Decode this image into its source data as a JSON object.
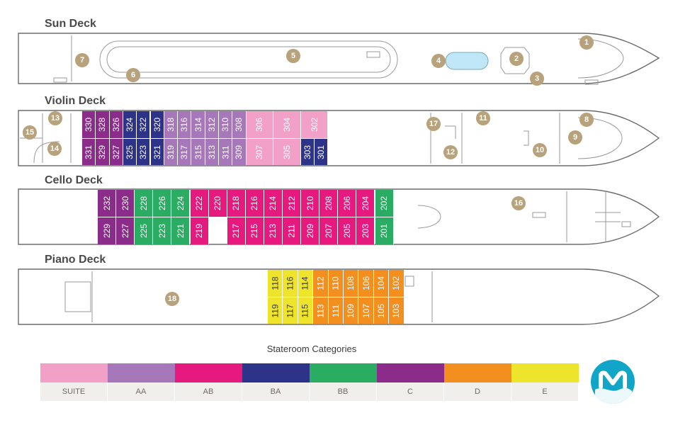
{
  "decks": {
    "sun": {
      "title": "Sun Deck"
    },
    "violin": {
      "title": "Violin Deck"
    },
    "cello": {
      "title": "Cello Deck"
    },
    "piano": {
      "title": "Piano Deck"
    }
  },
  "categories": [
    {
      "code": "SUITE",
      "color": "#f3a0c8"
    },
    {
      "code": "AA",
      "color": "#a678b9"
    },
    {
      "code": "AB",
      "color": "#e6197f"
    },
    {
      "code": "BA",
      "color": "#2e338a"
    },
    {
      "code": "BB",
      "color": "#2aac62"
    },
    {
      "code": "C",
      "color": "#8b2c8b"
    },
    {
      "code": "D",
      "color": "#f28f1f"
    },
    {
      "code": "E",
      "color": "#ede42b"
    }
  ],
  "legend": {
    "title": "Stateroom Categories"
  },
  "violin_cabins": {
    "top": [
      {
        "n": "330",
        "c": "C"
      },
      {
        "n": "328",
        "c": "C"
      },
      {
        "n": "326",
        "c": "C"
      },
      {
        "n": "324",
        "c": "BA"
      },
      {
        "n": "322",
        "c": "BA"
      },
      {
        "n": "320",
        "c": "BA"
      },
      {
        "n": "318",
        "c": "AA"
      },
      {
        "n": "316",
        "c": "AA"
      },
      {
        "n": "314",
        "c": "AA"
      },
      {
        "n": "312",
        "c": "AA"
      },
      {
        "n": "310",
        "c": "AA"
      },
      {
        "n": "308",
        "c": "AA"
      },
      {
        "n": "306",
        "c": "SUITE",
        "w": 2
      },
      {
        "n": "304",
        "c": "SUITE",
        "w": 2
      },
      {
        "n": "302",
        "c": "SUITE",
        "w": 2
      }
    ],
    "bottom": [
      {
        "n": "331",
        "c": "C"
      },
      {
        "n": "329",
        "c": "C"
      },
      {
        "n": "327",
        "c": "C"
      },
      {
        "n": "325",
        "c": "BA"
      },
      {
        "n": "323",
        "c": "BA"
      },
      {
        "n": "321",
        "c": "BA"
      },
      {
        "n": "319",
        "c": "AA"
      },
      {
        "n": "317",
        "c": "AA"
      },
      {
        "n": "315",
        "c": "AA"
      },
      {
        "n": "313",
        "c": "AA"
      },
      {
        "n": "311",
        "c": "AA"
      },
      {
        "n": "309",
        "c": "AA"
      },
      {
        "n": "307",
        "c": "SUITE",
        "w": 2
      },
      {
        "n": "305",
        "c": "SUITE",
        "w": 2
      },
      {
        "n": "303",
        "c": "BA"
      },
      {
        "n": "301",
        "c": "BA"
      }
    ]
  },
  "cello_cabins": {
    "top": [
      {
        "n": "232",
        "c": "C"
      },
      {
        "n": "230",
        "c": "C"
      },
      {
        "n": "228",
        "c": "BB"
      },
      {
        "n": "226",
        "c": "BB"
      },
      {
        "n": "224",
        "c": "BB"
      },
      {
        "n": "222",
        "c": "AB"
      },
      {
        "n": "220",
        "c": "AB"
      },
      {
        "n": "218",
        "c": "AB"
      },
      {
        "n": "216",
        "c": "AB"
      },
      {
        "n": "214",
        "c": "AB"
      },
      {
        "n": "212",
        "c": "AB"
      },
      {
        "n": "210",
        "c": "AB"
      },
      {
        "n": "208",
        "c": "AB"
      },
      {
        "n": "206",
        "c": "AB"
      },
      {
        "n": "204",
        "c": "AB"
      },
      {
        "n": "202",
        "c": "BB"
      }
    ],
    "bottom": [
      {
        "n": "229",
        "c": "C"
      },
      {
        "n": "227",
        "c": "C"
      },
      {
        "n": "225",
        "c": "BB"
      },
      {
        "n": "223",
        "c": "BB"
      },
      {
        "n": "221",
        "c": "BB"
      },
      {
        "n": "219",
        "c": "AB"
      },
      {
        "gap": 1
      },
      {
        "n": "217",
        "c": "AB"
      },
      {
        "n": "215",
        "c": "AB"
      },
      {
        "n": "213",
        "c": "AB"
      },
      {
        "n": "211",
        "c": "AB"
      },
      {
        "n": "209",
        "c": "AB"
      },
      {
        "n": "207",
        "c": "AB"
      },
      {
        "n": "205",
        "c": "AB"
      },
      {
        "n": "203",
        "c": "AB"
      },
      {
        "n": "201",
        "c": "BB"
      }
    ]
  },
  "piano_cabins": {
    "top": [
      {
        "n": "118",
        "c": "E"
      },
      {
        "n": "116",
        "c": "E"
      },
      {
        "n": "114",
        "c": "E"
      },
      {
        "n": "112",
        "c": "D"
      },
      {
        "n": "110",
        "c": "D"
      },
      {
        "n": "108",
        "c": "D"
      },
      {
        "n": "106",
        "c": "D"
      },
      {
        "n": "104",
        "c": "D"
      },
      {
        "n": "102",
        "c": "D"
      }
    ],
    "bottom": [
      {
        "n": "119",
        "c": "E"
      },
      {
        "n": "117",
        "c": "E"
      },
      {
        "n": "115",
        "c": "E"
      },
      {
        "n": "113",
        "c": "D"
      },
      {
        "n": "111",
        "c": "D"
      },
      {
        "n": "109",
        "c": "D"
      },
      {
        "n": "107",
        "c": "D"
      },
      {
        "n": "105",
        "c": "D"
      },
      {
        "n": "103",
        "c": "D"
      }
    ]
  },
  "markers": [
    "1",
    "2",
    "3",
    "4",
    "5",
    "6",
    "7",
    "8",
    "9",
    "10",
    "11",
    "12",
    "13",
    "14",
    "15",
    "16",
    "17",
    "18"
  ]
}
